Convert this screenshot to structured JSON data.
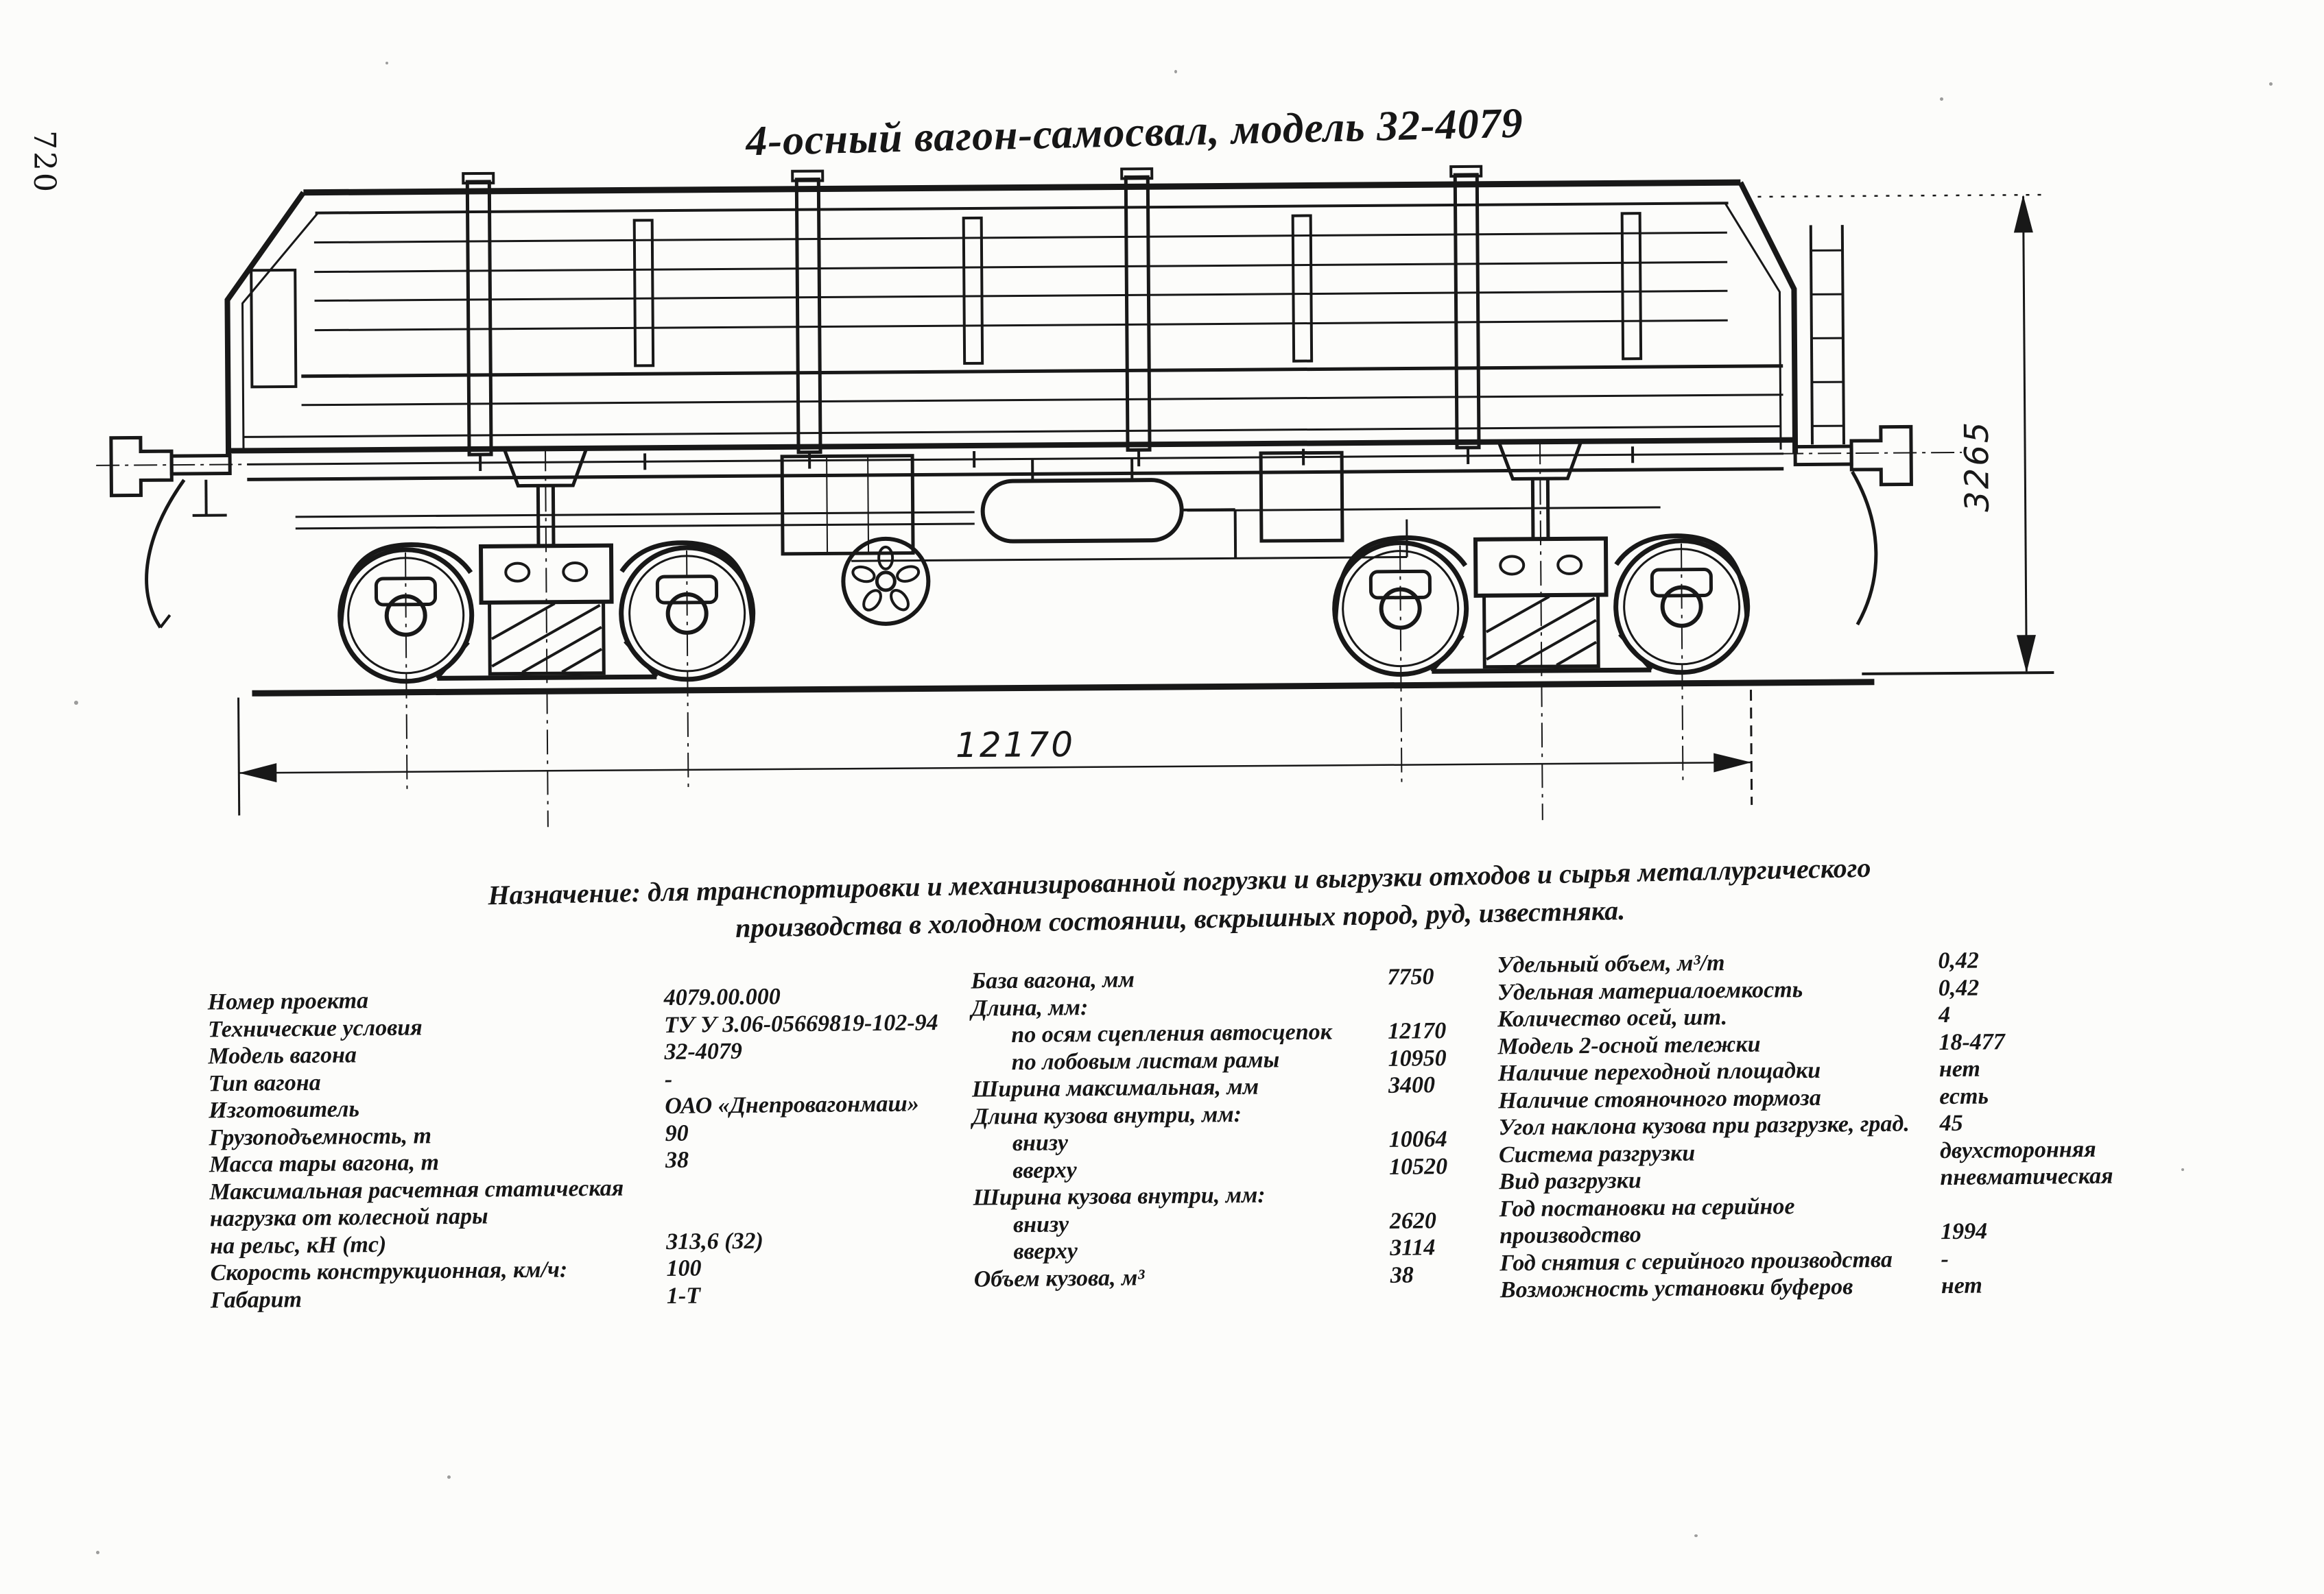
{
  "page_number": "720",
  "title": "4-осный вагон-самосвал, модель 32-4079",
  "purpose_line1": "Назначение: для транспортировки и механизированной погрузки и выгрузки отходов и сырья металлургического",
  "purpose_line2": "производства в холодном состоянии, вскрышных пород, руд, известняка.",
  "drawing": {
    "length_mm": "12170",
    "height_mm": "3265"
  },
  "specs": {
    "col1": [
      {
        "label": "Номер проекта",
        "value": "4079.00.000"
      },
      {
        "label": "Технические условия",
        "value": "ТУ У 3.06-05669819-102-94"
      },
      {
        "label": "Модель вагона",
        "value": "32-4079"
      },
      {
        "label": "Тип вагона",
        "value": "-"
      },
      {
        "label": "Изготовитель",
        "value": "ОАО «Днепровагонмаш»"
      },
      {
        "label": "Грузоподъемность, т",
        "value": "90"
      },
      {
        "label": "Масса тары вагона, т",
        "value": "38"
      },
      {
        "label": "Максимальная расчетная статическая",
        "value": ""
      },
      {
        "label": "нагрузка от колесной пары",
        "value": ""
      },
      {
        "label": "на рельс, кН (тс)",
        "value": "313,6 (32)"
      },
      {
        "label": "Скорость конструкционная, км/ч:",
        "value": "100"
      },
      {
        "label": "Габарит",
        "value": "1-Т"
      }
    ],
    "col2": [
      {
        "label": "База вагона, мм",
        "value": "7750"
      },
      {
        "label": "Длина, мм:",
        "value": ""
      },
      {
        "label": "по осям сцепления автосцепок",
        "value": "12170"
      },
      {
        "label": "по лобовым листам рамы",
        "value": "10950"
      },
      {
        "label": "Ширина максимальная, мм",
        "value": "3400"
      },
      {
        "label": "Длина кузова внутри, мм:",
        "value": ""
      },
      {
        "label": "внизу",
        "value": "10064"
      },
      {
        "label": "вверху",
        "value": "10520"
      },
      {
        "label": "Ширина кузова внутри, мм:",
        "value": ""
      },
      {
        "label": "внизу",
        "value": "2620"
      },
      {
        "label": "вверху",
        "value": "3114"
      },
      {
        "label": "Объем кузова, м³",
        "value": "38"
      }
    ],
    "col3": [
      {
        "label": "Удельный объем, м³/т",
        "value": "0,42"
      },
      {
        "label": "Удельная материалоемкость",
        "value": "0,42"
      },
      {
        "label": "Количество осей, шт.",
        "value": "4"
      },
      {
        "label": "Модель 2-осной тележки",
        "value": "18-477"
      },
      {
        "label": "Наличие переходной площадки",
        "value": "нет"
      },
      {
        "label": "Наличие стояночного тормоза",
        "value": "есть"
      },
      {
        "label": "Угол наклона кузова при разгрузке, град.",
        "value": "45"
      },
      {
        "label": "Система разгрузки",
        "value": "двухсторонняя"
      },
      {
        "label": "Вид разгрузки",
        "value": "пневматическая"
      },
      {
        "label": "Год постановки на серийное",
        "value": ""
      },
      {
        "label": "производство",
        "value": "1994"
      },
      {
        "label": "Год снятия с серийного производства",
        "value": "-"
      },
      {
        "label": "Возможность установки буферов",
        "value": "нет"
      }
    ]
  }
}
